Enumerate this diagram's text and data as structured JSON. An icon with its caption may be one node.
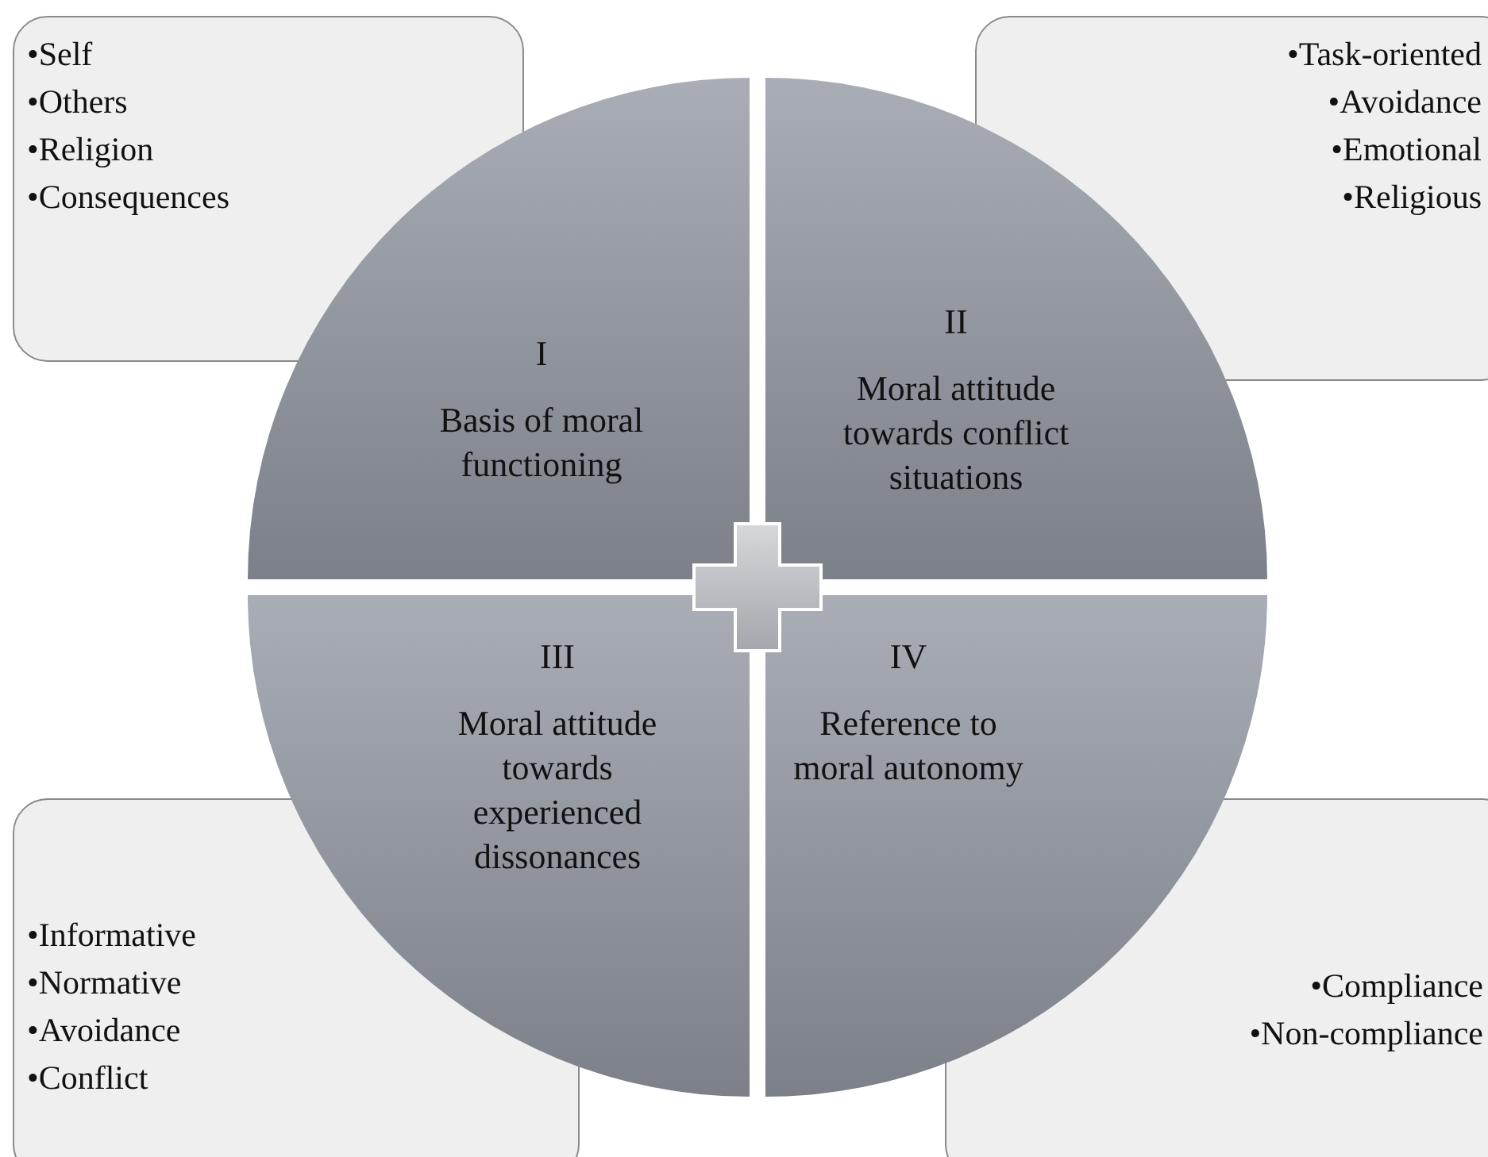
{
  "diagram": {
    "nodes": [
      {
        "text": [
          "•Self",
          "•Others",
          "•Religion",
          "•Consequences"
        ]
      },
      {
        "text": [
          "•Task-oriented",
          "•Avoidance",
          "•Emotional",
          "•Religious"
        ]
      },
      {
        "text": [
          "•Informative",
          "•Normative",
          "•Avoidance",
          "•Conflict"
        ]
      },
      {
        "text": [
          "•Compliance",
          "•Non-compliance"
        ]
      },
      {
        "text": [
          "I",
          "Basis of moral functioning"
        ]
      },
      {
        "text": [
          "II",
          "Moral attitude towards conflict situations"
        ]
      },
      {
        "text": [
          "III",
          "Moral attitude towards experienced dissonances"
        ]
      },
      {
        "text": [
          "IV",
          "Reference to moral autonomy"
        ]
      }
    ],
    "edges": []
  }
}
